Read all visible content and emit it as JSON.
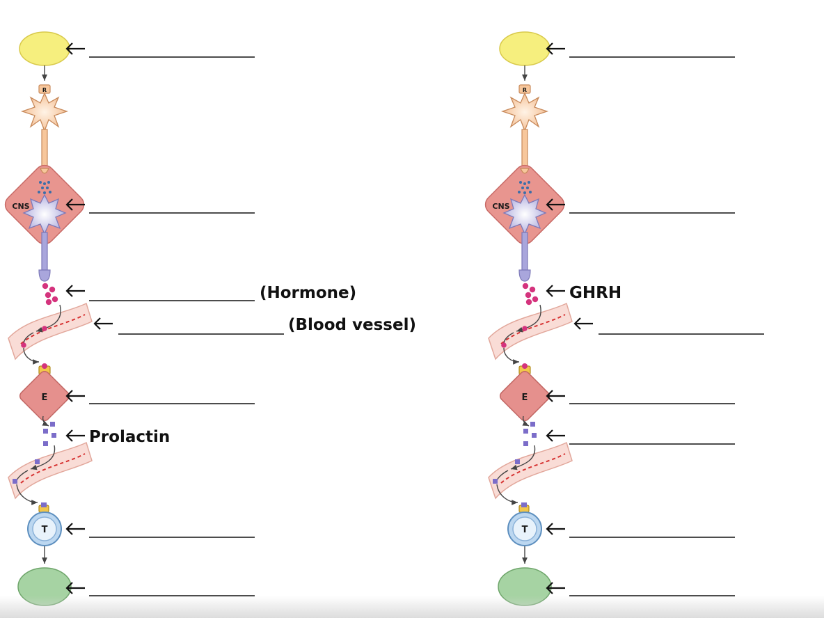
{
  "cell_letters": {
    "receptor": "R",
    "cns": "CNS",
    "endocrine": "E",
    "target": "T"
  },
  "left_column": {
    "hormone_suffix": "(Hormone)",
    "vessel_suffix": "(Blood vessel)",
    "second_hormone": "Prolactin"
  },
  "right_column": {
    "first_hormone": "GHRH"
  },
  "colors": {
    "stimulus": "#f6ef7e",
    "sensory_neuron": "#f7c79c",
    "cns_box": "#e8958f",
    "neurosecretory": "#c9c7ea",
    "hormone_dot": "#d4337d",
    "blood_vessel": "#f9dcd6",
    "endocrine_cell": "#e5908d",
    "second_hormone": "#7b6dc9",
    "target_cell": "#bcd7f0",
    "response": "#a6d3a3"
  }
}
